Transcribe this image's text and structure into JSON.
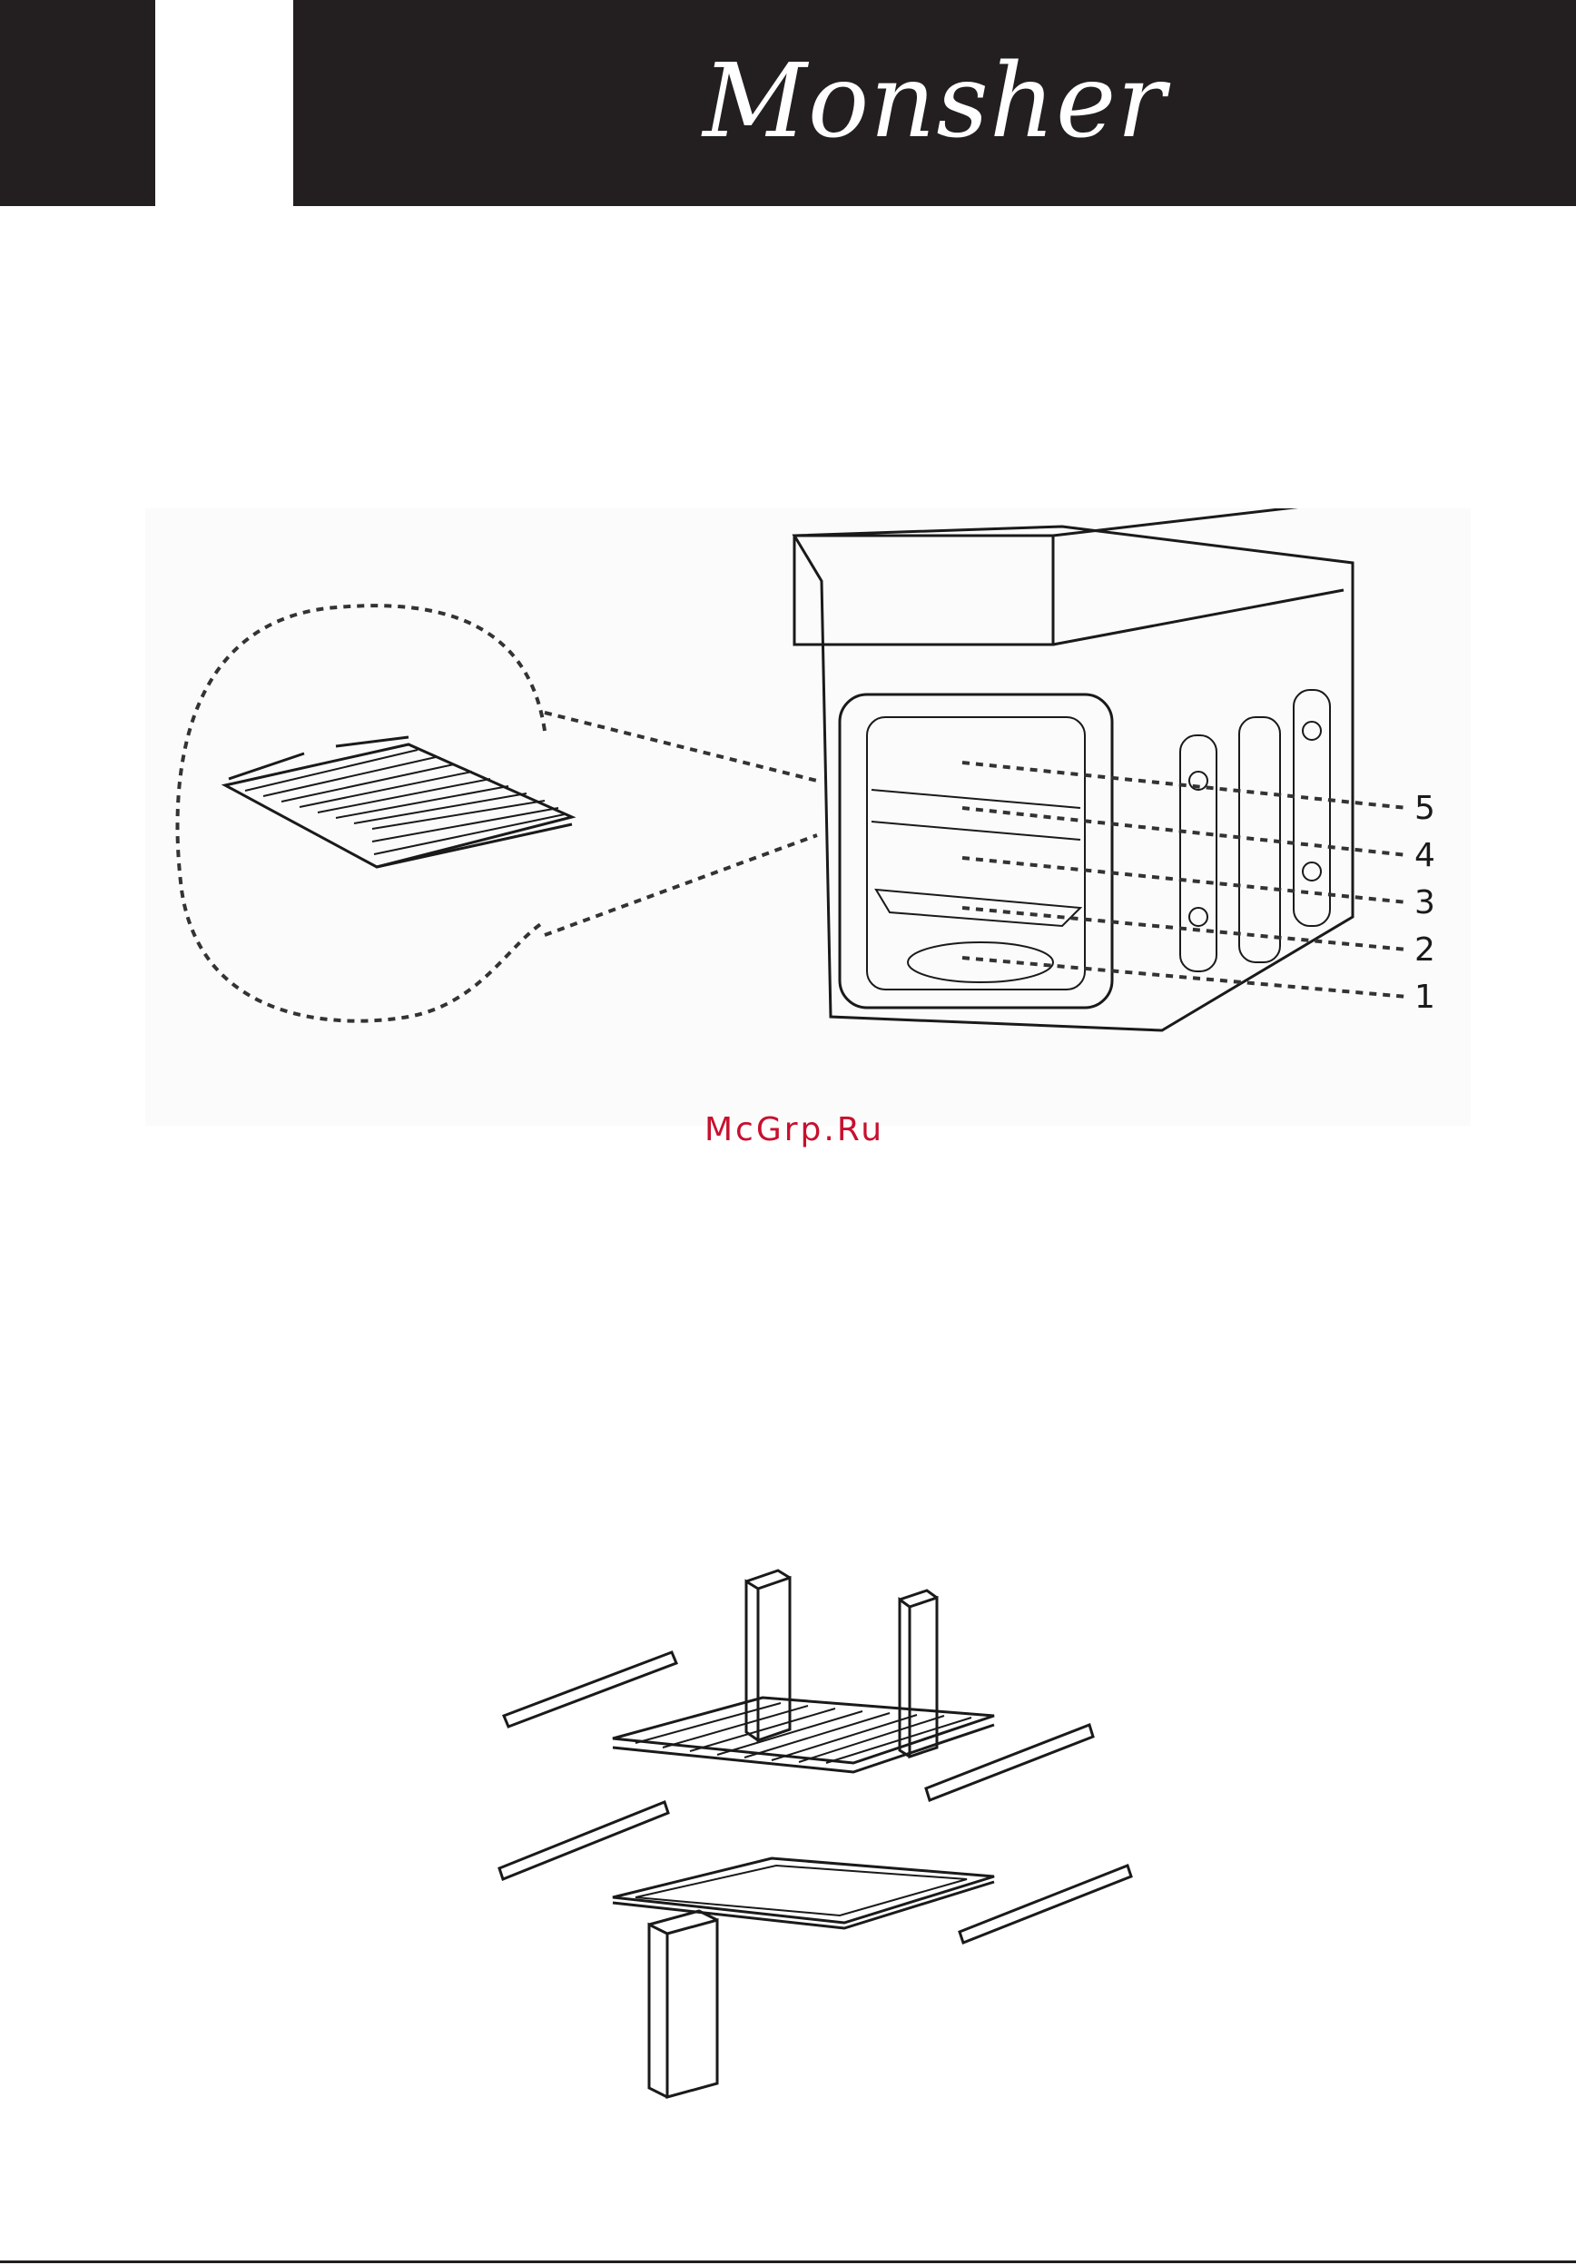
{
  "header": {
    "brand": "Monsher"
  },
  "watermark": "McGrp.Ru",
  "oven_figure": {
    "shelf_levels": [
      "5",
      "4",
      "3",
      "2",
      "1"
    ]
  },
  "colors": {
    "header_bg": "#231f20",
    "watermark": "#c8102e"
  }
}
